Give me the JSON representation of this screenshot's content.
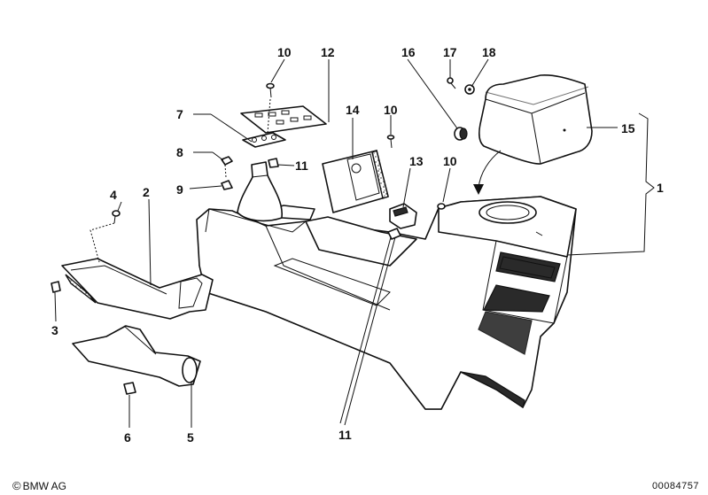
{
  "callouts": {
    "c1": "1",
    "c2": "2",
    "c3": "3",
    "c4": "4",
    "c5": "5",
    "c6": "6",
    "c7": "7",
    "c8": "8",
    "c9": "9",
    "c10a": "10",
    "c10b": "10",
    "c10c": "10",
    "c11a": "11",
    "c11b": "11",
    "c12": "12",
    "c13": "13",
    "c14": "14",
    "c15": "15",
    "c16": "16",
    "c17": "17",
    "c18": "18"
  },
  "footer": {
    "copyright_symbol": "©",
    "copyright": "BMW AG",
    "doc_number": "00084757"
  }
}
